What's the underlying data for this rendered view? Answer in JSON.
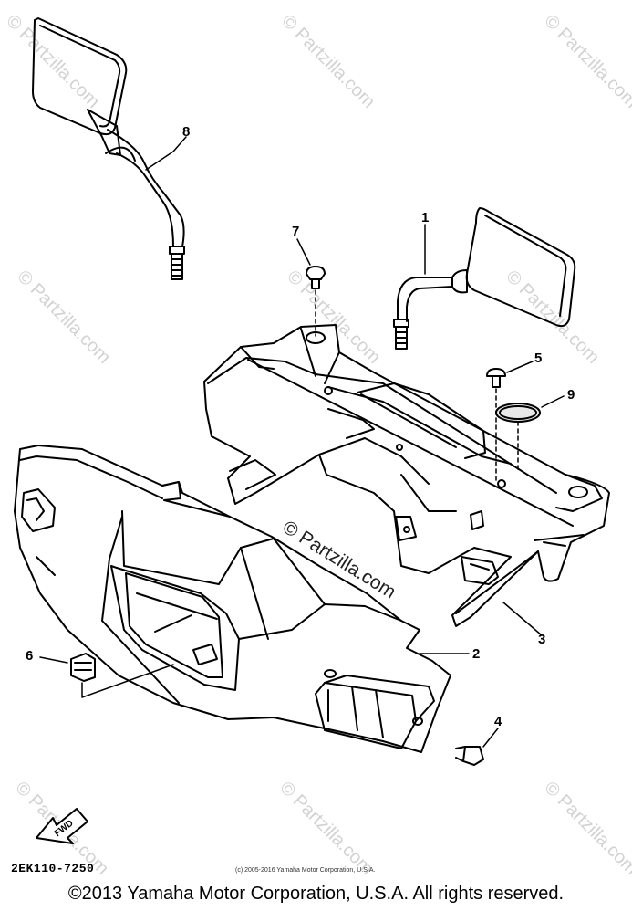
{
  "callouts": {
    "c1": "1",
    "c2": "2",
    "c3": "3",
    "c4": "4",
    "c5": "5",
    "c6": "6",
    "c7": "7",
    "c8": "8",
    "c9": "9"
  },
  "watermark_text": "© Partzilla.com",
  "fwd_label": "FWD",
  "part_code": "2EK110-7250",
  "small_copyright": "(c) 2005-2016 Yamaha Motor Corporation, U.S.A.",
  "copyright": "©2013 Yamaha Motor Corporation, U.S.A. All rights reserved."
}
